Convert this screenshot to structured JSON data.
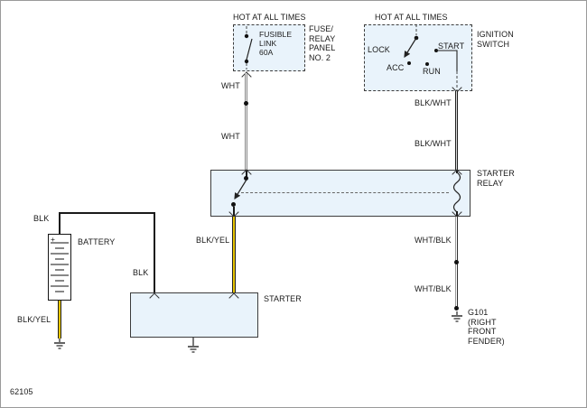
{
  "figure": {
    "id": "62105"
  },
  "power": {
    "fusible_link": {
      "hot_label": "HOT AT ALL TIMES",
      "component": "FUSIBLE\nLINK\n60A",
      "panel": "FUSE/\nRELAY\nPANEL\nNO. 2"
    },
    "ignition_switch": {
      "hot_label": "HOT AT ALL TIMES",
      "title": "IGNITION\nSWITCH",
      "lock": "LOCK",
      "acc": "ACC",
      "run": "RUN",
      "start": "START"
    }
  },
  "components": {
    "starter_relay": "STARTER\nRELAY",
    "battery": "BATTERY",
    "battery_plus": "+",
    "starter": "STARTER",
    "g101": "G101\n(RIGHT\nFRONT\nFENDER)"
  },
  "wires": {
    "wht_upper": "WHT",
    "wht_lower": "WHT",
    "blkwht_upper": "BLK/WHT",
    "blkwht_lower": "BLK/WHT",
    "blk_battery": "BLK",
    "blk_starter": "BLK",
    "blkyel_relay": "BLK/YEL",
    "blkyel_battery": "BLK/YEL",
    "whtblk_upper": "WHT/BLK",
    "whtblk_lower": "WHT/BLK"
  },
  "colors": {
    "box_fill": "#e9f3fb",
    "wire_yellow": "#e6c400"
  }
}
